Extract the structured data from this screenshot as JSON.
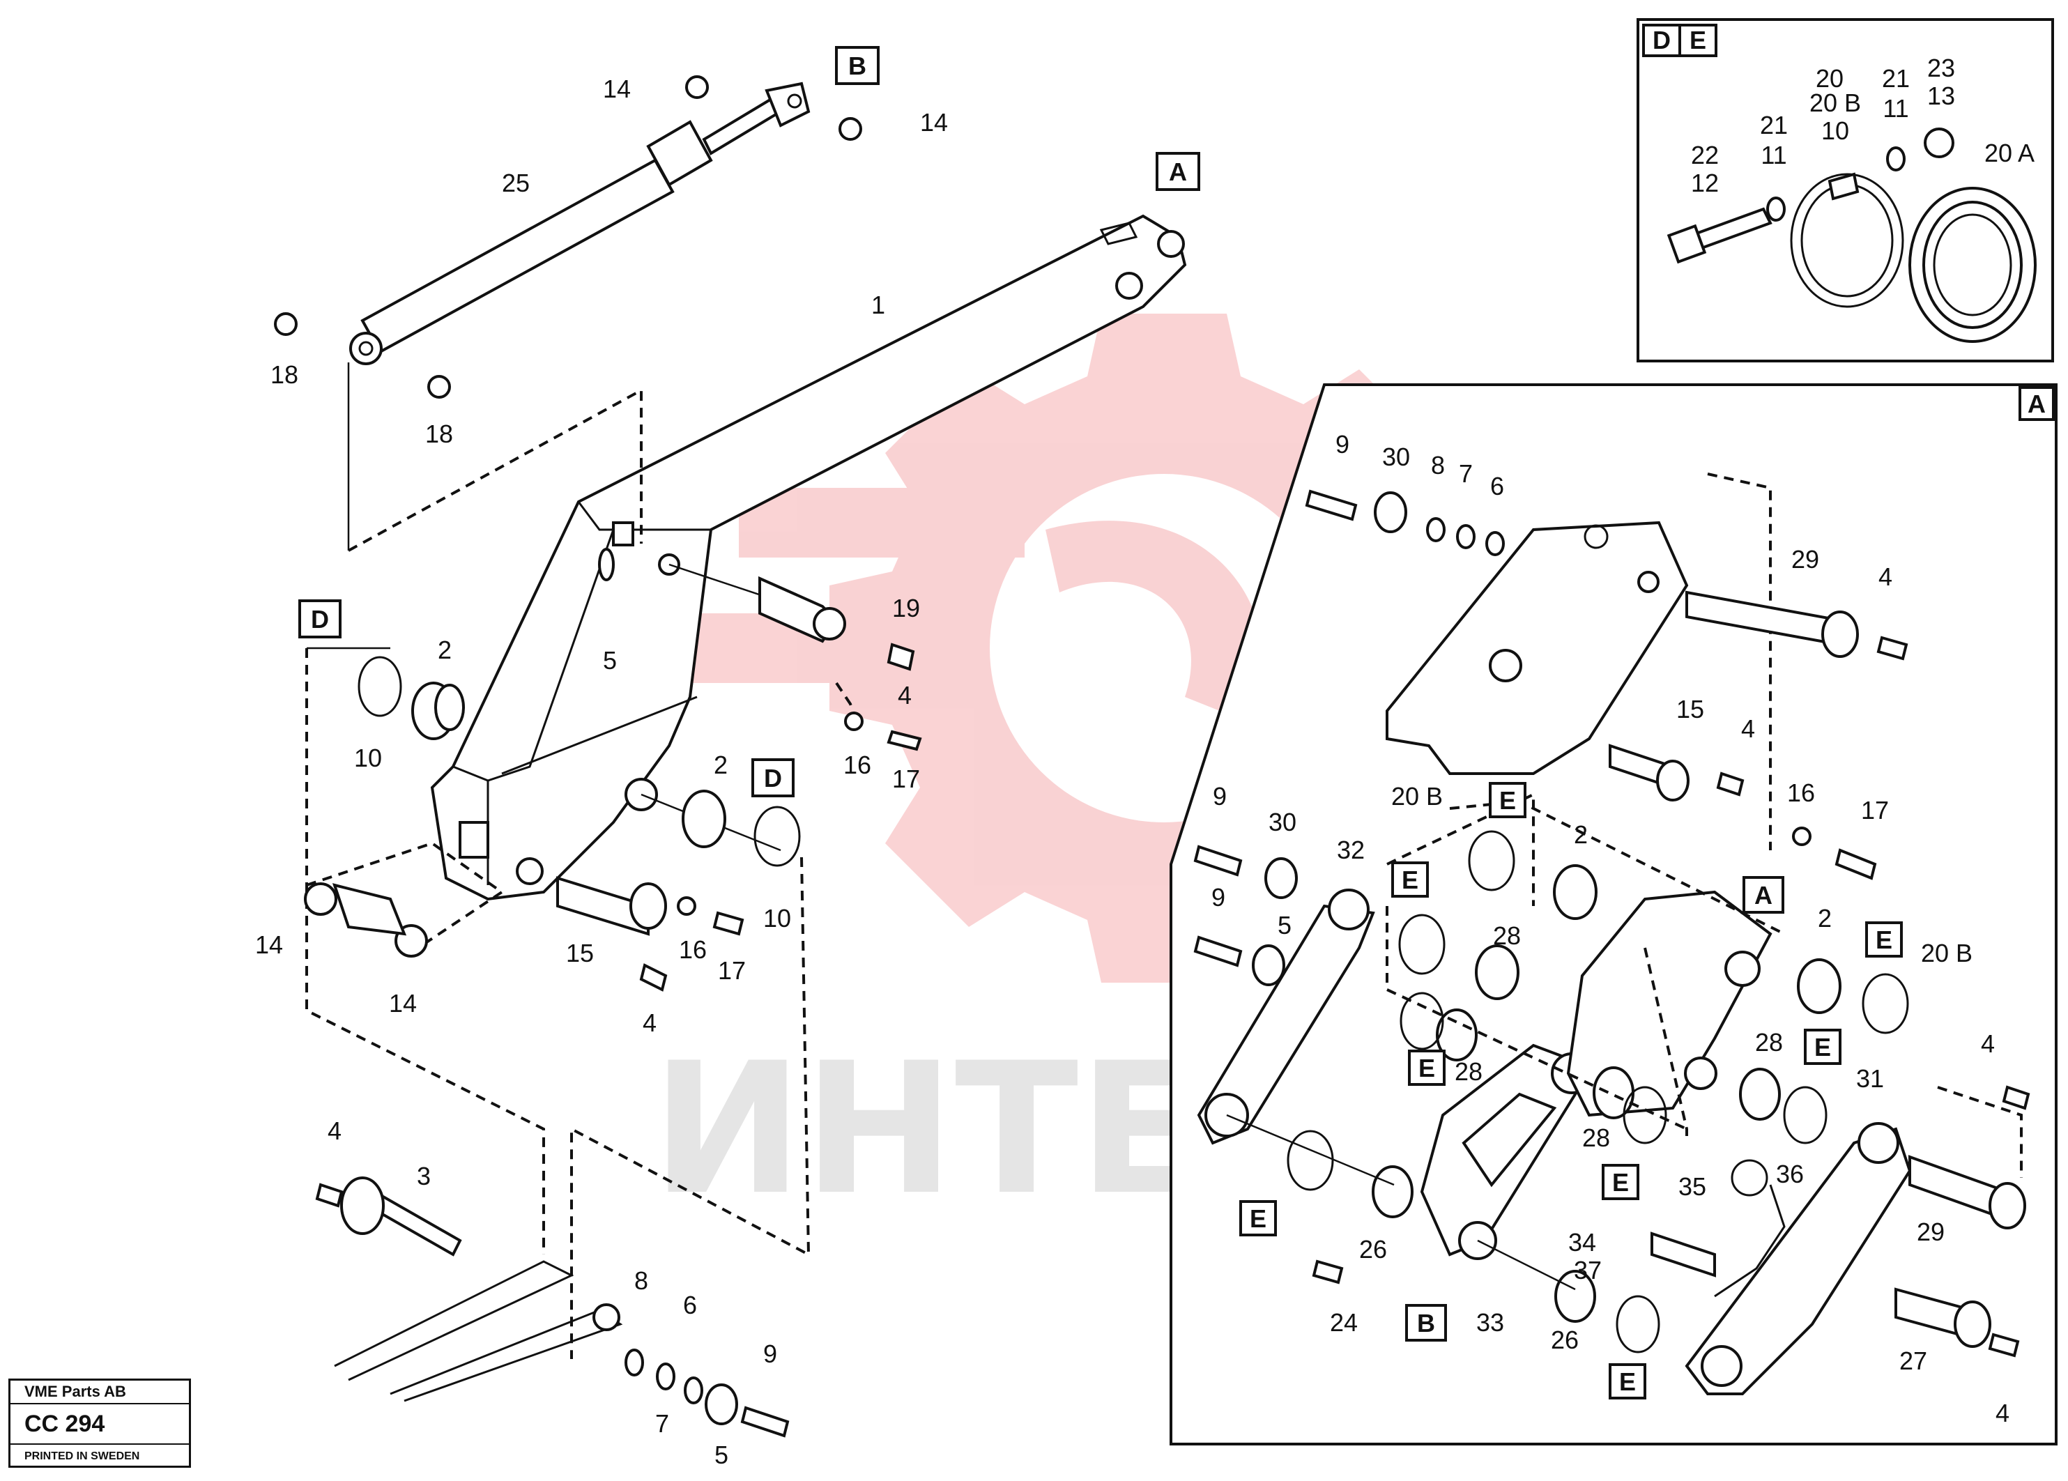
{
  "watermark": {
    "text": "ИНТЕХ",
    "color": "#e8383d"
  },
  "title_block": {
    "company": "VME Parts AB",
    "code": "CC 294",
    "printed": "PRINTED IN SWEDEN"
  },
  "detail_boxes": {
    "de": {
      "tags": [
        "D",
        "E"
      ]
    },
    "a": {
      "tag": "A"
    }
  },
  "callouts": {
    "n25": "25",
    "n14a": "14",
    "n14b": "14",
    "boxB_top": "B",
    "boxA_top": "A",
    "n1": "1",
    "n18a": "18",
    "n18b": "18",
    "n19": "19",
    "n4a": "4",
    "n16a": "16",
    "n17a": "17",
    "n5_mid": "5",
    "boxD_left": "D",
    "n2_left": "2",
    "n10_left": "10",
    "n2_mid": "2",
    "boxD_mid": "D",
    "n10_mid": "10",
    "n14c": "14",
    "n14d": "14",
    "n15_left": "15",
    "n16b": "16",
    "n17b": "17",
    "n4b": "4",
    "n4c": "4",
    "n3": "3",
    "n8_bot": "8",
    "n6_bot": "6",
    "n9_bot": "9",
    "n7_bot": "7",
    "n5_bot": "5"
  },
  "de_callouts": {
    "c20": "20",
    "c20b": "20 B",
    "c10": "10",
    "c21a": "21",
    "c11a": "11",
    "c21b": "21",
    "c11b": "11",
    "c23": "23",
    "c13": "13",
    "c22": "22",
    "c12": "12",
    "c20a": "20 A"
  },
  "a_callouts": {
    "c9a": "9",
    "c30a": "30",
    "c8": "8",
    "c7": "7",
    "c6": "6",
    "c29a": "29",
    "c4a": "4",
    "c15": "15",
    "c4b": "4",
    "c16": "16",
    "c17": "17",
    "c20b_a": "20 B",
    "boxE_1": "E",
    "c2a": "2",
    "c9b": "9",
    "c30b": "30",
    "c32": "32",
    "c9c": "9",
    "c5": "5",
    "boxE_2": "E",
    "c28a": "28",
    "boxA_inner": "A",
    "c2b": "2",
    "boxE_3": "E",
    "c20b_b": "20 B",
    "c28b": "28",
    "boxE_4": "E",
    "c28c": "28",
    "boxE_5": "E",
    "c31": "31",
    "c4c": "4",
    "c28d": "28",
    "boxE_6": "E",
    "c35": "35",
    "c36": "36",
    "boxE_7": "E",
    "c26a": "26",
    "c34": "34",
    "c29b": "29",
    "c24": "24",
    "boxB_inner": "B",
    "c33": "33",
    "c37": "37",
    "c26b": "26",
    "c27": "27",
    "boxE_8": "E",
    "c4d": "4"
  }
}
